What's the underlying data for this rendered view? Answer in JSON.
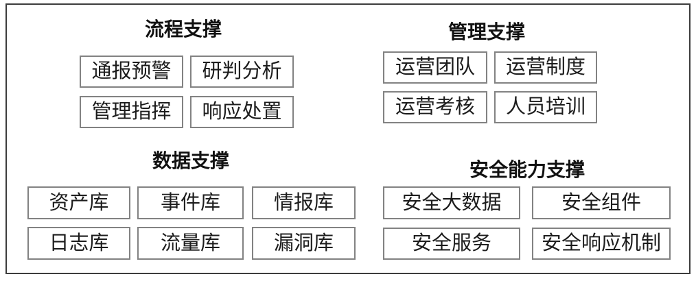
{
  "diagram": {
    "sections": [
      {
        "title": "流程支撑",
        "items": [
          "通报预警",
          "研判分析",
          "管理指挥",
          "响应处置"
        ]
      },
      {
        "title": "管理支撑",
        "items": [
          "运营团队",
          "运营制度",
          "运营考核",
          "人员培训"
        ]
      },
      {
        "title": "数据支撑",
        "items": [
          "资产库",
          "事件库",
          "情报库",
          "日志库",
          "流量库",
          "漏洞库"
        ]
      },
      {
        "title": "安全能力支撑",
        "items": [
          "安全大数据",
          "安全组件",
          "安全服务",
          "安全响应机制"
        ]
      }
    ],
    "colors": {
      "frame_border": "#3c3c3c",
      "box_border": "#828282",
      "text": "#1c1c1c",
      "background": "#ffffff"
    }
  }
}
